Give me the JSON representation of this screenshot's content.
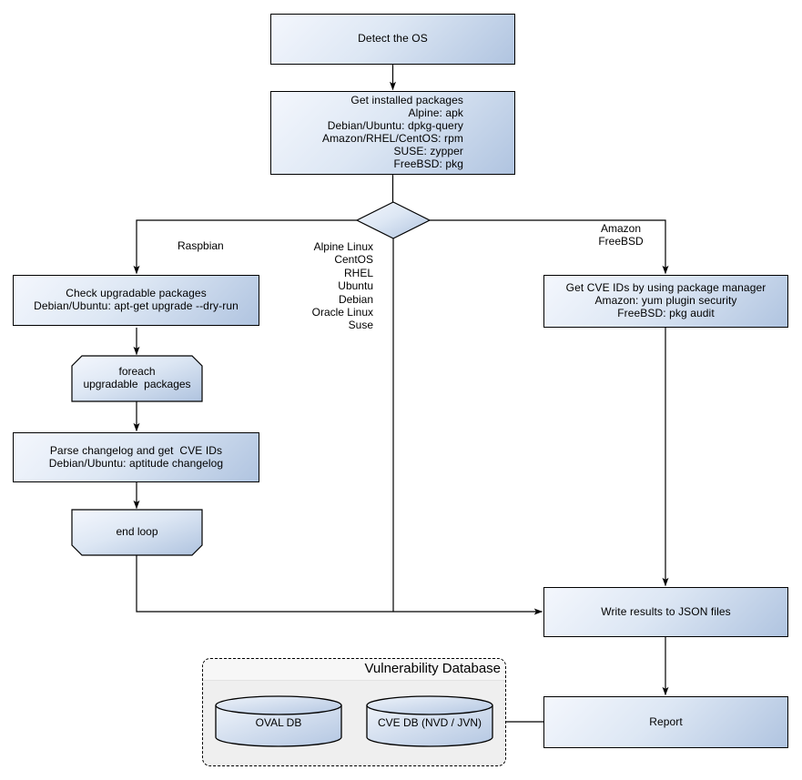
{
  "diagram": {
    "nodes": {
      "detect": {
        "label": "Detect the OS"
      },
      "get_packages": {
        "label": "Get installed packages\nAlpine: apk\nDebian/Ubuntu: dpkg-query\nAmazon/RHEL/CentOS: rpm\nSUSE: zypper\nFreeBSD: pkg"
      },
      "check_upgradable": {
        "label": "Check upgradable packages\nDebian/Ubuntu: apt-get upgrade --dry-run"
      },
      "foreach_loop": {
        "label": "foreach\nupgradable  packages"
      },
      "parse_changelog": {
        "label": "Parse changelog and get  CVE IDs\nDebian/Ubuntu: aptitude changelog"
      },
      "end_loop": {
        "label": "end loop"
      },
      "get_cve_ids": {
        "label": "Get CVE IDs by using package manager\nAmazon: yum plugin security\nFreeBSD: pkg audit"
      },
      "write_json": {
        "label": "Write results to JSON files"
      },
      "report": {
        "label": "Report"
      }
    },
    "edge_labels": {
      "raspbian": "Raspbian",
      "os_list": "Alpine Linux\nCentOS\nRHEL\nUbuntu\nDebian\nOracle Linux\nSuse",
      "amazon_freebsd": "Amazon\nFreeBSD"
    },
    "cluster": {
      "title": "Vulnerability Database",
      "oval_db_label": "OVAL DB",
      "cve_db_label": "CVE DB (NVD / JVN)"
    },
    "colors": {
      "node_fill_light": "#f4f7fd",
      "node_fill_dark": "#b0c4e0",
      "node_border": "#000000",
      "edge_line": "#000000",
      "cluster_fill": "#efefef",
      "cluster_titlebar_fill": "#f7f7f7",
      "background": "#ffffff"
    }
  }
}
